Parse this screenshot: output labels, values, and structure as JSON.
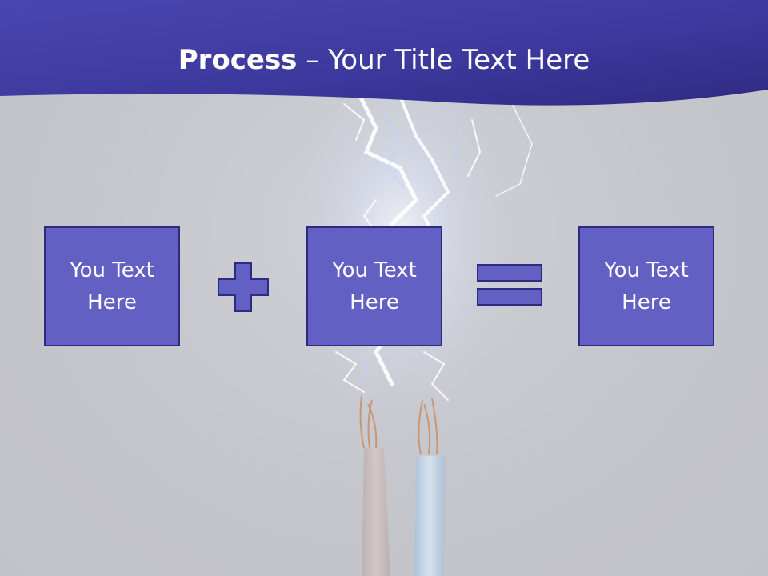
{
  "slide": {
    "title_bold": "Process",
    "title_rest": " – Your Title Text Here",
    "boxes": [
      {
        "text": "You Text Here"
      },
      {
        "text": "You Text Here"
      },
      {
        "text": "You Text Here"
      }
    ],
    "operators": [
      "plus-icon",
      "equals-icon"
    ]
  },
  "colors": {
    "header": "#3d3a9e",
    "box_fill": "#6360c4",
    "box_border": "#2d2a80",
    "background": "#c6c7cd"
  }
}
